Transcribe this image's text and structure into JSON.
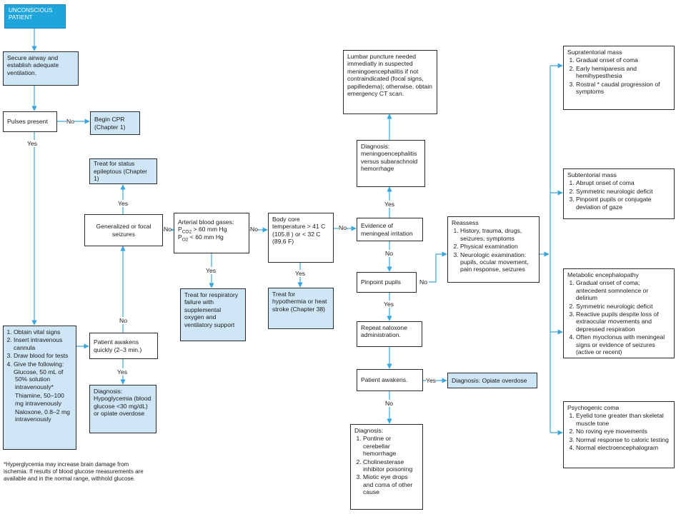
{
  "colors": {
    "connector": "#3aa7dc",
    "box_fill": "#cfe6f7",
    "start_fill": "#1ea6dc"
  },
  "nodes": {
    "start": "UNCONSCIOUS PATIENT",
    "airway": "Secure airway and establish adequate ventilation.",
    "pulses": "Pulses present",
    "cpr": "Begin CPR (Chapter 1)",
    "initial_steps": [
      "Obtain vital signs",
      "Insert intravenous cannula",
      "Draw blood for tests",
      "Give the following:"
    ],
    "initial_meds": [
      "Glucose, 50 mL of 50% solution intravenously*",
      "Thiamine, 50–100 mg intravenously",
      "Naloxone, 0.8–2 mg intravenously"
    ],
    "awakens_quickly": "Patient awakens quickly (2–3 min.)",
    "hypoglycemia": "Diagnosis: Hypoglycemia (blood glucose <30 mg/dL) or opiate overdose",
    "seizures": "Generalized or focal seizures",
    "status_epilepticus": "Treat for status epileptous (Chapter 1)",
    "abg_title": "Arterial blood gases:",
    "abg_pco2_pre": "P",
    "abg_pco2_sub": "CO2",
    "abg_pco2_post": " > 60 mm Hg",
    "abg_po2_pre": "P",
    "abg_po2_sub": "O2",
    "abg_po2_post": " < 60 mm Hg",
    "resp_failure": "Treat for respiratory failure with supplemental oxygen and ventilatory support",
    "core_temp": "Body core temperature > 41 C (105.8 ) or < 32 C (89.6 F)",
    "hypothermia": "Treat for hypothermia or heat stroke (Chapter 38)",
    "meningeal": "Evidence of meningeal irritation",
    "dx_meningo": "Diagnosis: meningoencephalitis versus subarachnoid hemorrhage",
    "lumbar": "Lumbar puncture needed immediatly in suspected meningoencephalitis if not contraindicated (focal signs, papilledema); otherwise, obtain emergency CT scan.",
    "pinpoint": "Pinpoint pupils",
    "naloxone_repeat": "Repeat naloxone administration.",
    "patient_awakens": "Patient awakens.",
    "opiate_overdose": "Diagnosis: Opiate overdose",
    "dx_final_title": "Diagnosis:",
    "dx_final_items": [
      "Pontine or cerebellar hemorrhage",
      "Cholinesterase inhibitor poisoning",
      "Miotic eye drops and coma of other cause"
    ],
    "reassess_title": "Reassess",
    "reassess_items": [
      "History, trauma, drugs, seizures, symptoms",
      "Physical examination",
      "Neurologic examination: pupils, ocular movement, pain response, seizures"
    ],
    "supratentorial_title": "Supratentorial mass",
    "supratentorial_items": [
      "Gradual onset of coma",
      "Early hemiparesis and hemihypesthesia",
      "Rostral * caudal progression of symptoms"
    ],
    "subtentorial_title": "Subtentorial mass",
    "subtentorial_items": [
      "Abrupt onset of coma",
      "Symmetric neurologic deficit",
      "Pinpoint pupils or conjugate deviation of gaze"
    ],
    "metabolic_title": "Metabolic encephalopathy",
    "metabolic_items": [
      "Gradual onset of coma; antecedent somnolence or delirium",
      "Symmetric neurologic deficit",
      "Reactive pupils despite loss of extraocular movements and depressed respiration",
      "Often myoclonus with meningeal signs or evidence of seizures (active or recent)"
    ],
    "psychogenic_title": "Psychogenic coma",
    "psychogenic_items": [
      "Eyelid tone greater than skeletal muscle tone",
      "No roving eye movements",
      "Normal response to caloric testing",
      "Normal electroencephalogram"
    ]
  },
  "labels": {
    "no": "No",
    "yes": "Yes"
  },
  "footnote": "*Hyperglycemia may increase brain damage from ischemia. If results of blood glucose measurements are available and in the normal range, withhold glucose."
}
